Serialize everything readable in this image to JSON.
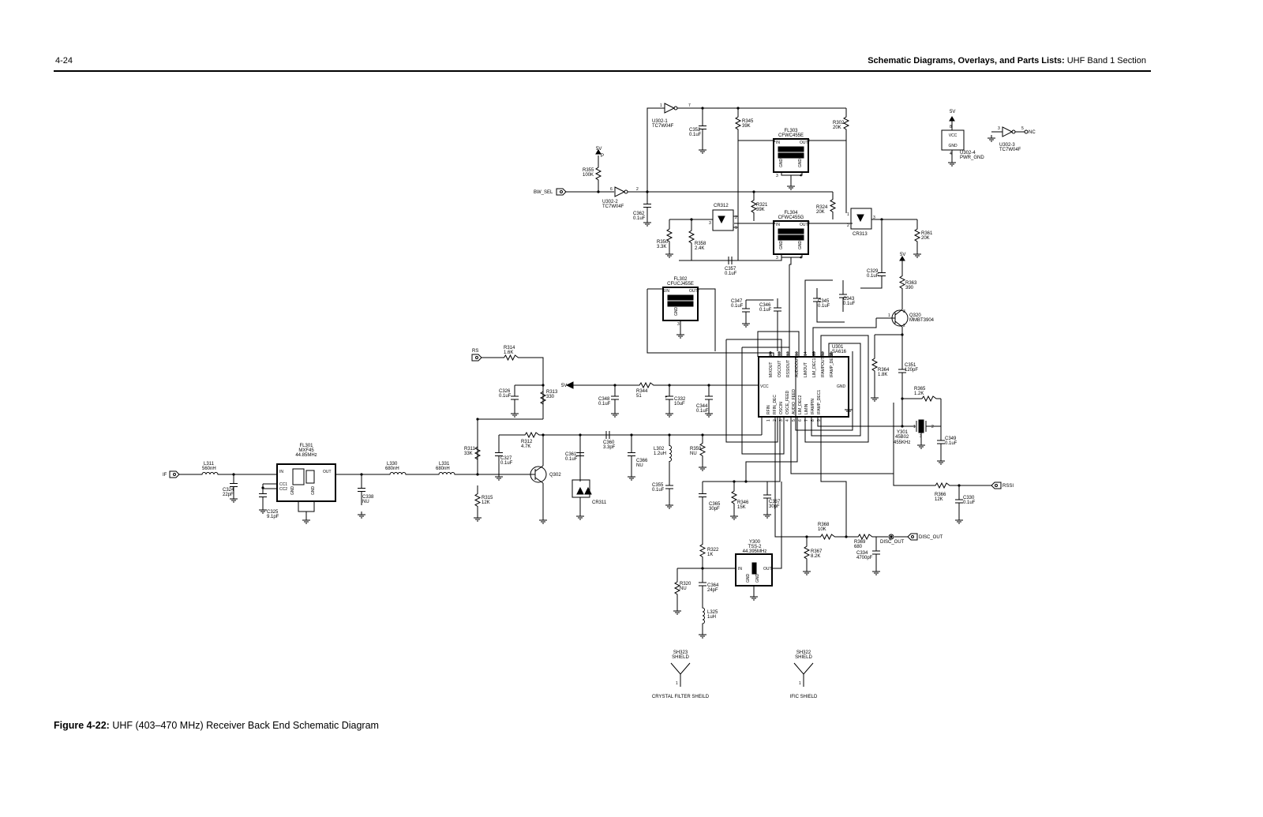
{
  "header": {
    "page_number": "4-24",
    "section_bold": "Schematic Diagrams, Overlays, and Parts Lists:",
    "section_rest": " UHF Band 1 Section"
  },
  "caption": {
    "label": "Figure 4-22:",
    "text": " UHF (403–470 MHz) Receiver Back End Schematic Diagram"
  },
  "ports": {
    "if_in": "IF",
    "bw_sel": "BW_SEL",
    "rs": "RS",
    "rssi": "RSSI",
    "disc_out": "DISC_OUT",
    "disc_out_node": "DISC_OUT",
    "supply_5v": "5V",
    "nc": "NC"
  },
  "ics": {
    "u301": {
      "ref": "U301",
      "part": "SA616",
      "top_pins": [
        "MIXOUT",
        "OSCOUT",
        "RSSIOUT",
        "AUDIOOUT",
        "LIMOUT",
        "LIM_DEC1",
        "IFAMPOUT",
        "IFAMP_DEC2"
      ],
      "top_nums": [
        "20",
        "18",
        "17",
        "16",
        "14",
        "13",
        "12",
        "11"
      ],
      "bottom_pins": [
        "RFIN",
        "RFIN_DEC",
        "OSCIN",
        "OSCE_FEED",
        "AUDIO_FEED",
        "LIM_DEC2",
        "LIMIN",
        "IFAMPIN",
        "IFAMP_DEC1"
      ],
      "bottom_nums": [
        "1",
        "2",
        "3",
        "4",
        "5",
        "6",
        "7",
        "8",
        "9"
      ],
      "vcc": "VCC",
      "gnd": "GND"
    },
    "u302_1": {
      "ref": "U302-1",
      "part": "TC7W04F"
    },
    "u302_2": {
      "ref": "U302-2",
      "part": "TC7W04F"
    },
    "u302_3": {
      "ref": "U302-3",
      "part": "TC7W04F"
    },
    "u302_4": {
      "ref": "U302-4",
      "part": "PWR_GND",
      "vcc": "VCC",
      "gnd": "GND"
    }
  },
  "filters": {
    "fl301": {
      "ref": "FL301",
      "part": "MXF45",
      "value": "44.85MHz"
    },
    "fl302": {
      "ref": "FL302",
      "part": "CFUCJ455E"
    },
    "fl303": {
      "ref": "FL303",
      "part": "CFWC455E"
    },
    "fl304": {
      "ref": "FL304",
      "part": "CFWC455G"
    }
  },
  "crystals": {
    "y300": {
      "ref": "Y300",
      "part": "TSS-2",
      "value": "44.395MHz"
    },
    "y301": {
      "ref": "Y301",
      "part": "45B02",
      "value": "455KHz"
    }
  },
  "transistors": {
    "q302": {
      "ref": "Q302"
    },
    "q320": {
      "ref": "Q320",
      "part": "MMBT3904"
    }
  },
  "diodes": {
    "cr311": {
      "ref": "CR311"
    },
    "cr312": {
      "ref": "CR312"
    },
    "cr313": {
      "ref": "CR313"
    }
  },
  "resistors": [
    {
      "ref": "R355",
      "value": "100K"
    },
    {
      "ref": "R345",
      "value": "39K"
    },
    {
      "ref": "R302",
      "value": "20K"
    },
    {
      "ref": "R321",
      "value": "39K"
    },
    {
      "ref": "R324",
      "value": "20K"
    },
    {
      "ref": "R350",
      "value": "3.3K"
    },
    {
      "ref": "R358",
      "value": "2.4K"
    },
    {
      "ref": "R361",
      "value": "20K"
    },
    {
      "ref": "R363",
      "value": "390"
    },
    {
      "ref": "R314",
      "value": "1.6K"
    },
    {
      "ref": "R313",
      "value": "330"
    },
    {
      "ref": "R344",
      "value": "51"
    },
    {
      "ref": "R311",
      "value": "33K"
    },
    {
      "ref": "R312",
      "value": "4.7K"
    },
    {
      "ref": "R315",
      "value": "12K"
    },
    {
      "ref": "R359",
      "value": "NU"
    },
    {
      "ref": "R346",
      "value": "15K"
    },
    {
      "ref": "R364",
      "value": "1.8K"
    },
    {
      "ref": "R365",
      "value": "1.2K"
    },
    {
      "ref": "R366",
      "value": "12K"
    },
    {
      "ref": "R368",
      "value": "10K"
    },
    {
      "ref": "R367",
      "value": "8.2K"
    },
    {
      "ref": "R369",
      "value": "680"
    },
    {
      "ref": "R322",
      "value": "1K"
    },
    {
      "ref": "R320",
      "value": "NU"
    }
  ],
  "capacitors": [
    {
      "ref": "C352",
      "value": "0.1uF"
    },
    {
      "ref": "C362",
      "value": "0.1uF"
    },
    {
      "ref": "C357",
      "value": "0.1uF"
    },
    {
      "ref": "C329",
      "value": "0.1uF"
    },
    {
      "ref": "C347",
      "value": "0.1uF"
    },
    {
      "ref": "C346",
      "value": "0.1uF"
    },
    {
      "ref": "C345",
      "value": "0.1uF"
    },
    {
      "ref": "C343",
      "value": "0.1uF"
    },
    {
      "ref": "C326",
      "value": "0.1uF"
    },
    {
      "ref": "C348",
      "value": "0.1uF"
    },
    {
      "ref": "C332",
      "value": "10uF"
    },
    {
      "ref": "C344",
      "value": "0.1uF"
    },
    {
      "ref": "C351",
      "value": "120pF"
    },
    {
      "ref": "C327",
      "value": "0.1uF"
    },
    {
      "ref": "C360",
      "value": "3.3pF"
    },
    {
      "ref": "C361",
      "value": "0.1uF"
    },
    {
      "ref": "C366",
      "value": "NU"
    },
    {
      "ref": "C349",
      "value": "0.1uF"
    },
    {
      "ref": "C324",
      "value": "22pF"
    },
    {
      "ref": "C325",
      "value": "9.1pF"
    },
    {
      "ref": "C338",
      "value": "NU"
    },
    {
      "ref": "C355",
      "value": "0.1uF"
    },
    {
      "ref": "C365",
      "value": "30pF"
    },
    {
      "ref": "C367",
      "value": "30pF"
    },
    {
      "ref": "C330",
      "value": "0.1uF"
    },
    {
      "ref": "C334",
      "value": "4700pF"
    },
    {
      "ref": "C364",
      "value": "24pF"
    }
  ],
  "inductors": [
    {
      "ref": "L311",
      "value": "560nH"
    },
    {
      "ref": "L330",
      "value": "680nH"
    },
    {
      "ref": "L331",
      "value": "680nH"
    },
    {
      "ref": "L302",
      "value": "1.2uH"
    },
    {
      "ref": "L325",
      "value": "1uH"
    }
  ],
  "shields": [
    {
      "ref": "SH323",
      "part": "SHIELD",
      "label": "CRYSTAL FILTER SHEILD"
    },
    {
      "ref": "SH322",
      "part": "SHIELD",
      "label": "IFIC SHIELD"
    }
  ],
  "misc": {
    "pin_p": "P",
    "pin_nc": "NC"
  }
}
